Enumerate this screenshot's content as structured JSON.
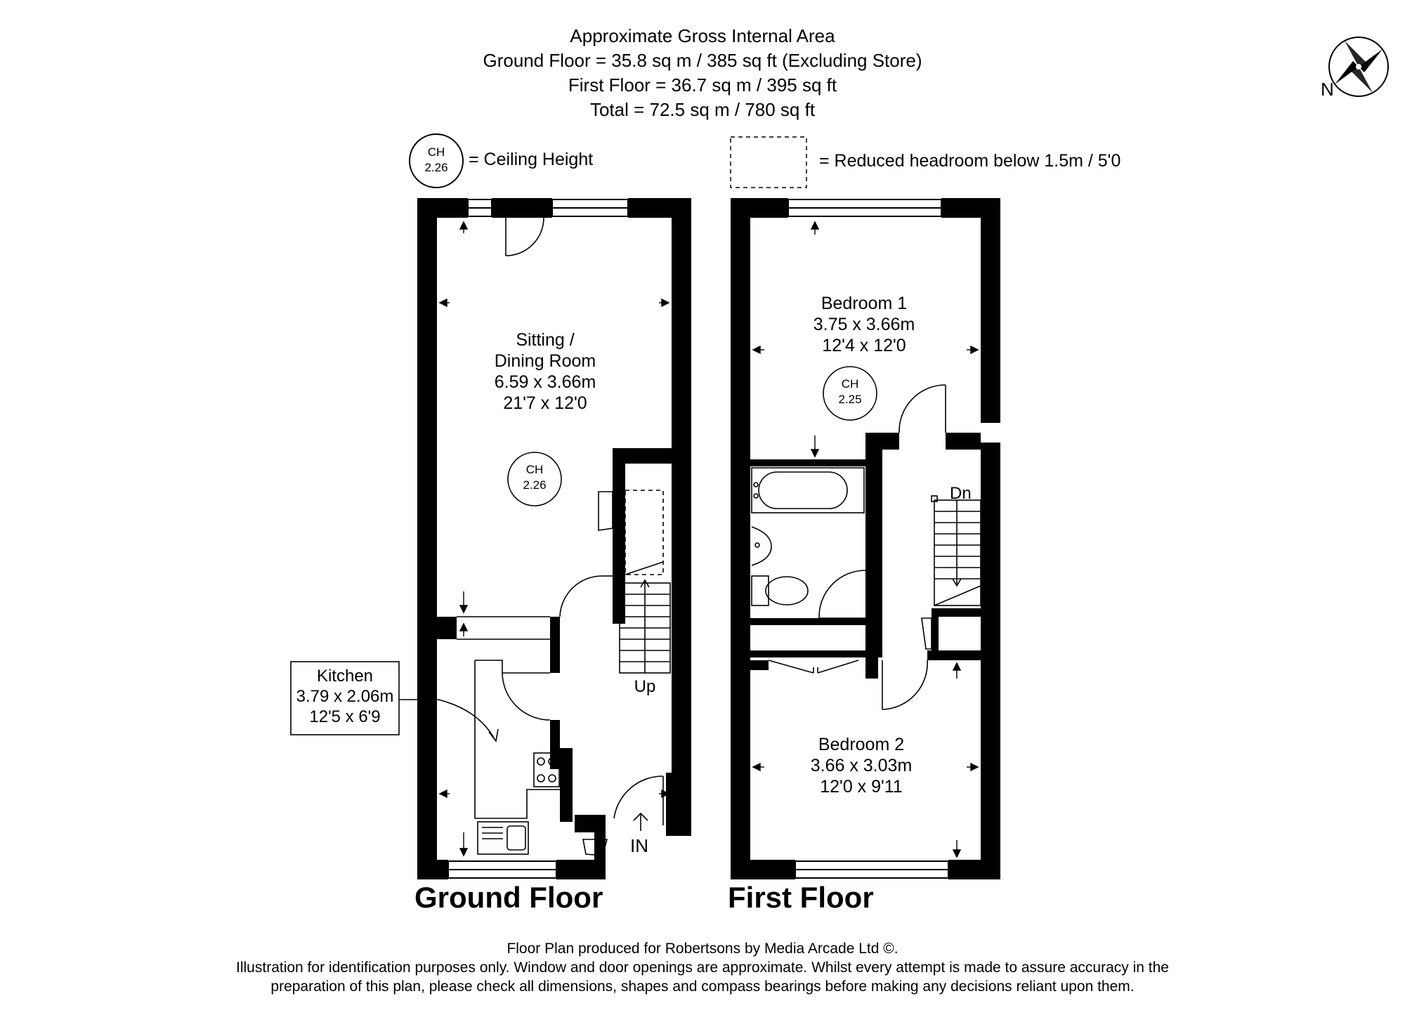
{
  "header": {
    "line1": "Approximate Gross Internal Area",
    "line2": "Ground Floor = 35.8 sq m / 385 sq ft (Excluding Store)",
    "line3": "First Floor = 36.7 sq m / 395 sq ft",
    "line4": "Total = 72.5 sq m / 780 sq ft"
  },
  "compass": {
    "label": "N"
  },
  "legend": {
    "ch_badge_top": "CH",
    "ch_badge_value": "2.26",
    "ch_text": "= Ceiling Height",
    "headroom_text": "= Reduced headroom below 1.5m / 5'0"
  },
  "ground_floor": {
    "title": "Ground Floor",
    "sitting": {
      "name1": "Sitting  /",
      "name2": "Dining Room",
      "metric": "6.59 x 3.66m",
      "imperial": "21'7 x 12'0",
      "ch_top": "CH",
      "ch_value": "2.26"
    },
    "kitchen": {
      "name": "Kitchen",
      "metric": "3.79 x 2.06m",
      "imperial": "12'5 x 6'9"
    },
    "stairs_label": "Up",
    "entrance_label": "IN"
  },
  "first_floor": {
    "title": "First Floor",
    "bedroom1": {
      "name": "Bedroom 1",
      "metric": "3.75 x 3.66m",
      "imperial": "12'4 x 12'0",
      "ch_top": "CH",
      "ch_value": "2.25"
    },
    "bedroom2": {
      "name": "Bedroom 2",
      "metric": "3.66 x 3.03m",
      "imperial": "12'0 x 9'11"
    },
    "stairs_label": "Dn"
  },
  "footer": {
    "line1": "Floor Plan produced for Robertsons by Media Arcade Ltd ©.",
    "line2": "Illustration for identification purposes only. Window and door openings are approximate. Whilst every attempt is made to assure accuracy in the",
    "line3": "preparation of this plan, please check all dimensions, shapes and compass bearings before making any decisions reliant upon them."
  },
  "colors": {
    "wall": "#000000",
    "background": "#ffffff",
    "line": "#000000"
  }
}
